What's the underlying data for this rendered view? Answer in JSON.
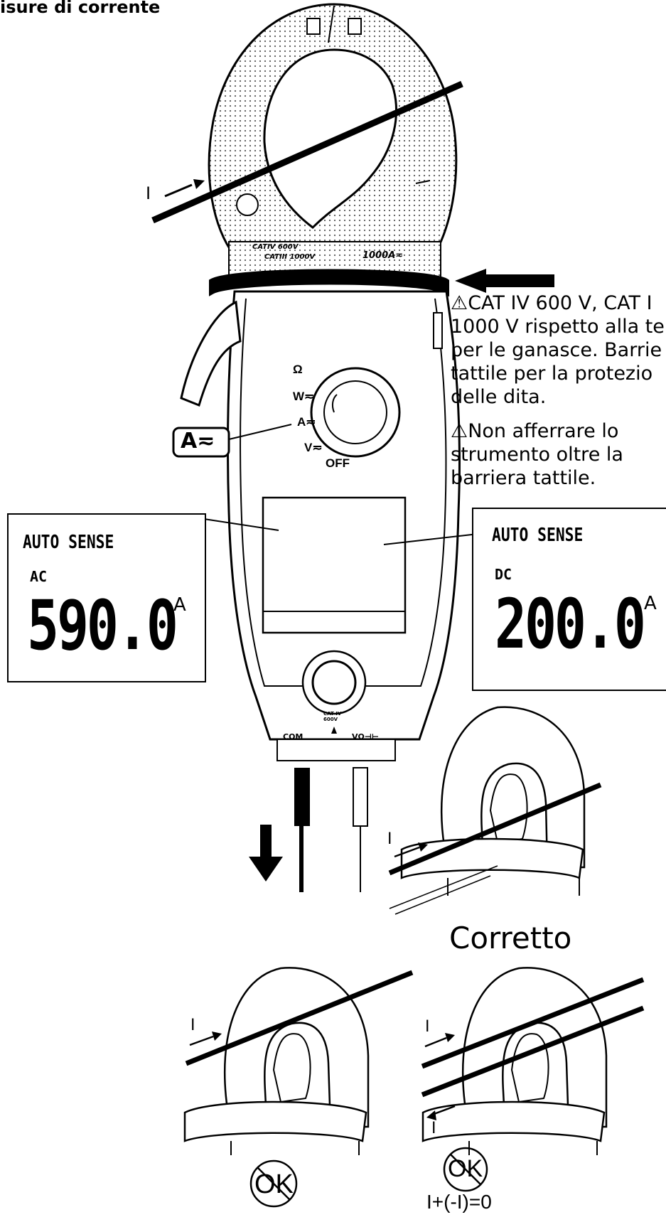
{
  "title": "isure di corrente",
  "warnings": [
    "⚠CAT IV 600 V, CAT I",
    "1000 V rispetto alla te",
    "per le ganasce. Barrie",
    "tattile per la protezio",
    "delle dita.",
    "⚠Non afferrare lo",
    "strumento oltre la",
    "barriera tattile."
  ],
  "mode_badge": "A≂",
  "dial_labels": {
    "ohm": "Ω",
    "w": "W≂",
    "a": "A≂",
    "v": "V≂",
    "off": "OFF"
  },
  "jaw_marking_left": "CATIV 600V",
  "jaw_marking_left_2": "CATIII 1000V",
  "jaw_marking_right": "1000A≂",
  "terminal_labels": {
    "com": "COM",
    "v": "VΩ⊣⊢",
    "cat": "CAT IV 600V"
  },
  "lcd_ac": {
    "mode": "AUTO SENSE",
    "kind": "AC",
    "value": "590.0",
    "unit": "A"
  },
  "lcd_dc": {
    "mode": "AUTO SENSE",
    "kind": "DC",
    "value": "200.0",
    "unit": "A"
  },
  "current_label": "I",
  "correct_label": "Corretto",
  "ok_symbol": "OK",
  "equation": "I+(-I)=0"
}
